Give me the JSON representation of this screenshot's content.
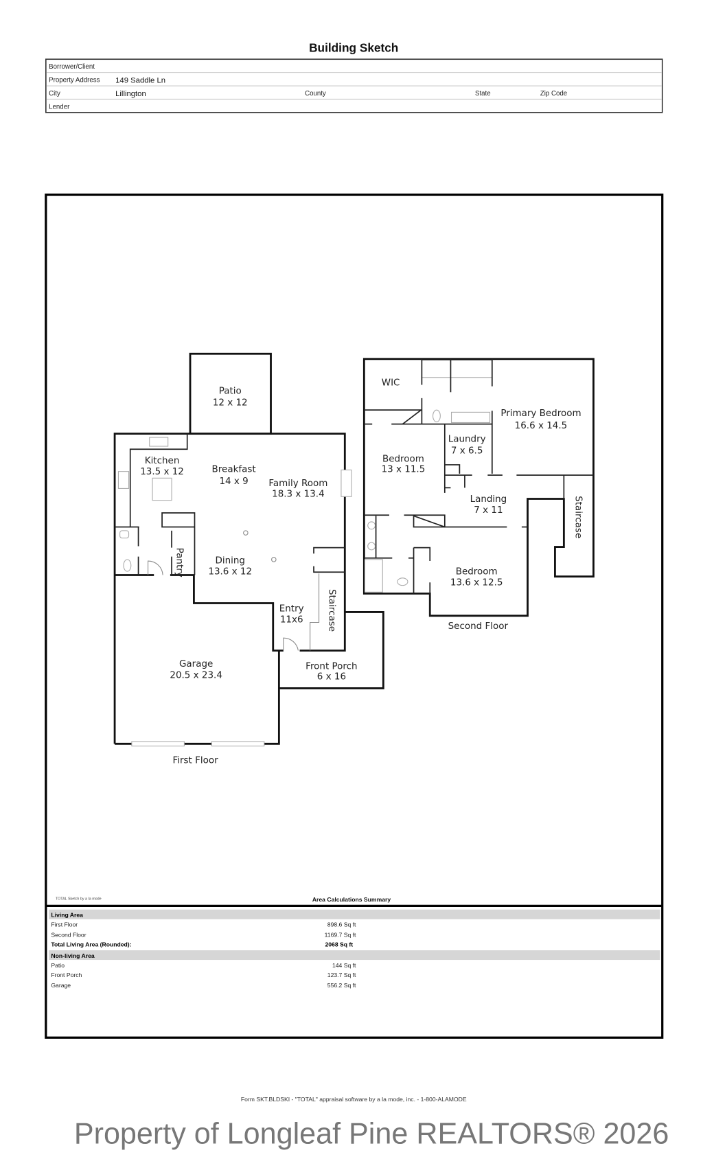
{
  "title": "Building Sketch",
  "header": {
    "borrower_label": "Borrower/Client",
    "address_label": "Property Address",
    "address_value": "149 Saddle Ln",
    "city_label": "City",
    "city_value": "Lillington",
    "county_label": "County",
    "state_label": "State",
    "zip_label": "Zip Code",
    "lender_label": "Lender"
  },
  "first_floor": {
    "caption": "First Floor",
    "rooms": [
      {
        "name": "Patio",
        "dims": "12 x 12"
      },
      {
        "name": "Kitchen",
        "dims": "13.5 x 12"
      },
      {
        "name": "Breakfast",
        "dims": "14 x 9"
      },
      {
        "name": "Family Room",
        "dims": "18.3 x 13.4"
      },
      {
        "name": "Dining",
        "dims": "13.6 x 12"
      },
      {
        "name": "Pantry"
      },
      {
        "name": "Entry",
        "dims": "11x6"
      },
      {
        "name": "Staircase"
      },
      {
        "name": "Front Porch",
        "dims": "6 x 16"
      },
      {
        "name": "Garage",
        "dims": "20.5 x 23.4"
      }
    ]
  },
  "second_floor": {
    "caption": "Second Floor",
    "rooms": [
      {
        "name": "WIC"
      },
      {
        "name": "Primary Bedroom",
        "dims": "16.6 x 14.5"
      },
      {
        "name": "Laundry",
        "dims": "7 x 6.5"
      },
      {
        "name": "Bedroom",
        "dims": "13 x 11.5"
      },
      {
        "name": "Landing",
        "dims": "7 x 11"
      },
      {
        "name": "Staircase"
      },
      {
        "name": "Bedroom",
        "dims": "13.6 x 12.5"
      }
    ]
  },
  "summary": {
    "sketch_credit": "TOTAL Sketch by a la mode",
    "title": "Area Calculations Summary",
    "living_header": "Living Area",
    "living": [
      {
        "label": "First Floor",
        "value": "898.6 Sq ft"
      },
      {
        "label": "Second Floor",
        "value": "1169.7 Sq ft"
      }
    ],
    "total_label": "Total Living Area (Rounded):",
    "total_value": "2068 Sq ft",
    "nonliving_header": "Non-living Area",
    "nonliving": [
      {
        "label": "Patio",
        "value": "144 Sq ft"
      },
      {
        "label": "Front Porch",
        "value": "123.7 Sq ft"
      },
      {
        "label": "Garage",
        "value": "556.2 Sq ft"
      }
    ]
  },
  "footer": {
    "form_line": "Form SKT.BLDSKI - \"TOTAL\" appraisal software by a la mode, inc. - 1-800-ALAMODE",
    "watermark": "Property of Longleaf Pine REALTORS® 2026"
  }
}
